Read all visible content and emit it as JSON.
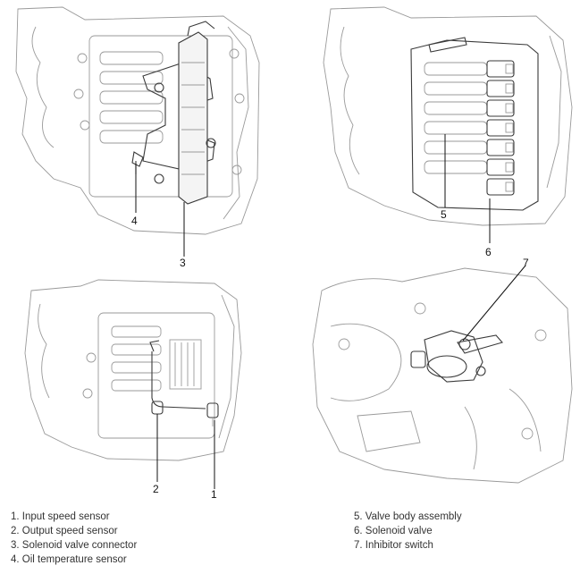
{
  "callouts": {
    "c1": "1",
    "c2": "2",
    "c3": "3",
    "c4": "4",
    "c5": "5",
    "c6": "6",
    "c7": "7"
  },
  "legend": {
    "left": [
      "1. Input speed sensor",
      "2. Output speed sensor",
      "3. Solenoid valve connector",
      "4. Oil temperature sensor"
    ],
    "right": [
      "5. Valve body assembly",
      "6. Solenoid valve",
      "7. Inhibitor switch"
    ]
  }
}
